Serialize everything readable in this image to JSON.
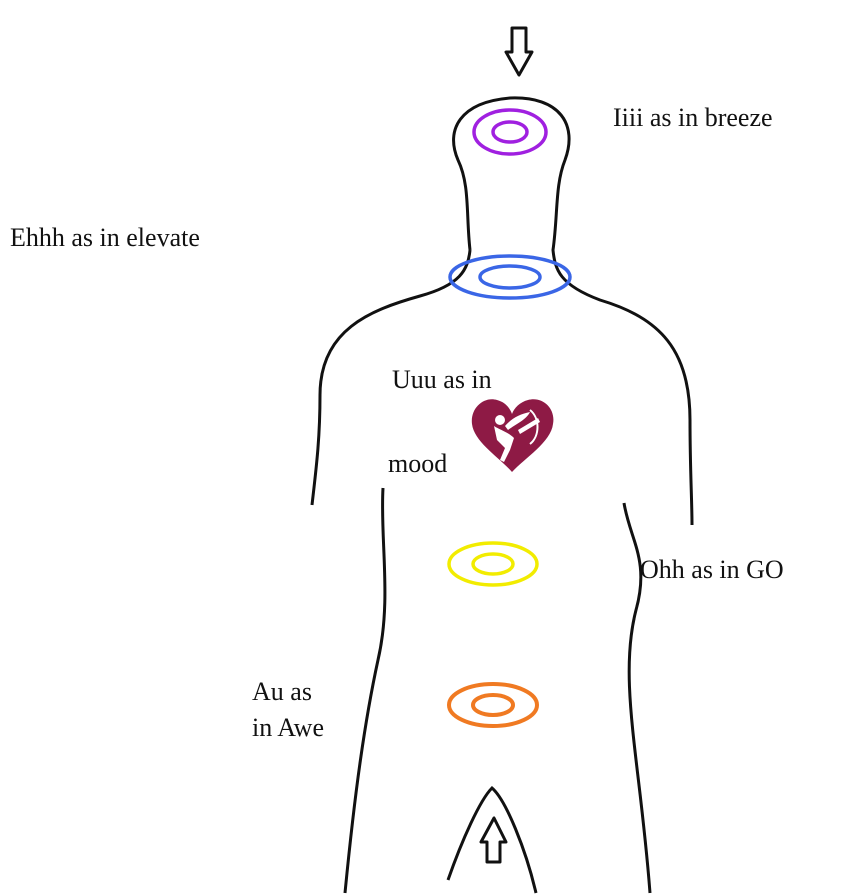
{
  "labels": {
    "crown": "Iiii as in breeze",
    "throat": "Ehhh as in elevate",
    "heart_line1": "Uuu as in",
    "heart_line2": "mood",
    "solar": "Ohh as in GO",
    "sacral_line1": "Au as",
    "sacral_line2": "in Awe"
  },
  "colors": {
    "crown": "#a020e0",
    "throat": "#3a66e6",
    "heart": "#8e1a45",
    "solar": "#f2ec00",
    "sacral": "#f07a22",
    "outline": "#111111"
  },
  "icons": {
    "top_arrow": "down-arrow-icon",
    "bottom_arrow": "up-arrow-icon",
    "heart": "heart-cupid-icon"
  }
}
